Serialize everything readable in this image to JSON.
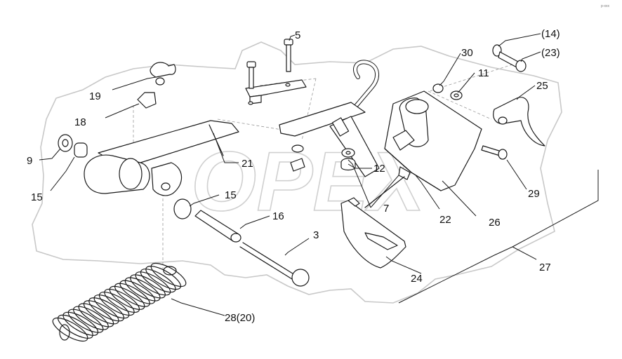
{
  "corner_mark": "p-xxx",
  "watermark": {
    "text": "OPEX"
  },
  "callouts": {
    "c5": "5",
    "c14": "(14)",
    "c23": "(23)",
    "c30": "30",
    "c11": "11",
    "c25": "25",
    "c19": "19",
    "c18": "18",
    "c9": "9",
    "c15a": "15",
    "c21": "21",
    "c12": "12",
    "c15b": "15",
    "c16": "16",
    "c7": "7",
    "c22": "22",
    "c26": "26",
    "c29": "29",
    "c3": "3",
    "c27": "27",
    "c24": "24",
    "c28": "28(20)"
  }
}
